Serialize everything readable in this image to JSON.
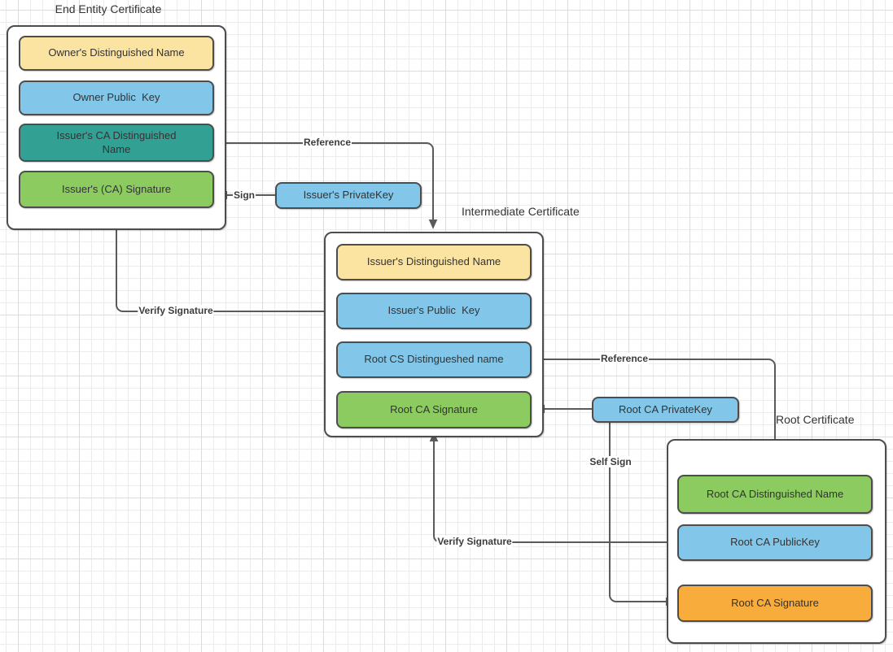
{
  "colors": {
    "yellow": "#FBE3A2",
    "blue": "#82C7EA",
    "teal": "#33A094",
    "green": "#8CCB5F",
    "orange": "#F7AC3C",
    "container": "#FFFFFF",
    "border": "#4D4D4D",
    "line": "#5A5A5A",
    "text": "#333333"
  },
  "groups": [
    {
      "title": "End Entity Certificate",
      "boxes": [
        {
          "label": "Owner's Distinguished Name",
          "color": "yellow"
        },
        {
          "label": "Owner Public  Key",
          "color": "blue"
        },
        {
          "label": "Issuer's CA Distinguished\nName",
          "color": "teal"
        },
        {
          "label": "Issuer's (CA) Signature",
          "color": "green"
        }
      ]
    },
    {
      "title": "Intermediate Certificate",
      "boxes": [
        {
          "label": "Issuer's Distinguished Name",
          "color": "yellow"
        },
        {
          "label": "Issuer's Public  Key",
          "color": "blue"
        },
        {
          "label": "Root CS Distingueshed name",
          "color": "blue"
        },
        {
          "label": "Root CA Signature",
          "color": "green"
        }
      ]
    },
    {
      "title": "Root Certificate",
      "boxes": [
        {
          "label": "Root CA Distinguished Name",
          "color": "green"
        },
        {
          "label": "Root CA PublicKey",
          "color": "blue"
        },
        {
          "label": "Root CA Signature",
          "color": "orange"
        }
      ]
    }
  ],
  "key_boxes": [
    {
      "label": "Issuer's PrivateKey",
      "color": "blue"
    },
    {
      "label": "Root CA PrivateKey",
      "color": "blue"
    }
  ],
  "connector_labels": {
    "reference1": "Reference",
    "sign": "Sign",
    "verify_signature1": "Verify Signature",
    "reference2": "Reference",
    "self_sign": "Self Sign",
    "verify_signature2": "Verify Signature"
  }
}
